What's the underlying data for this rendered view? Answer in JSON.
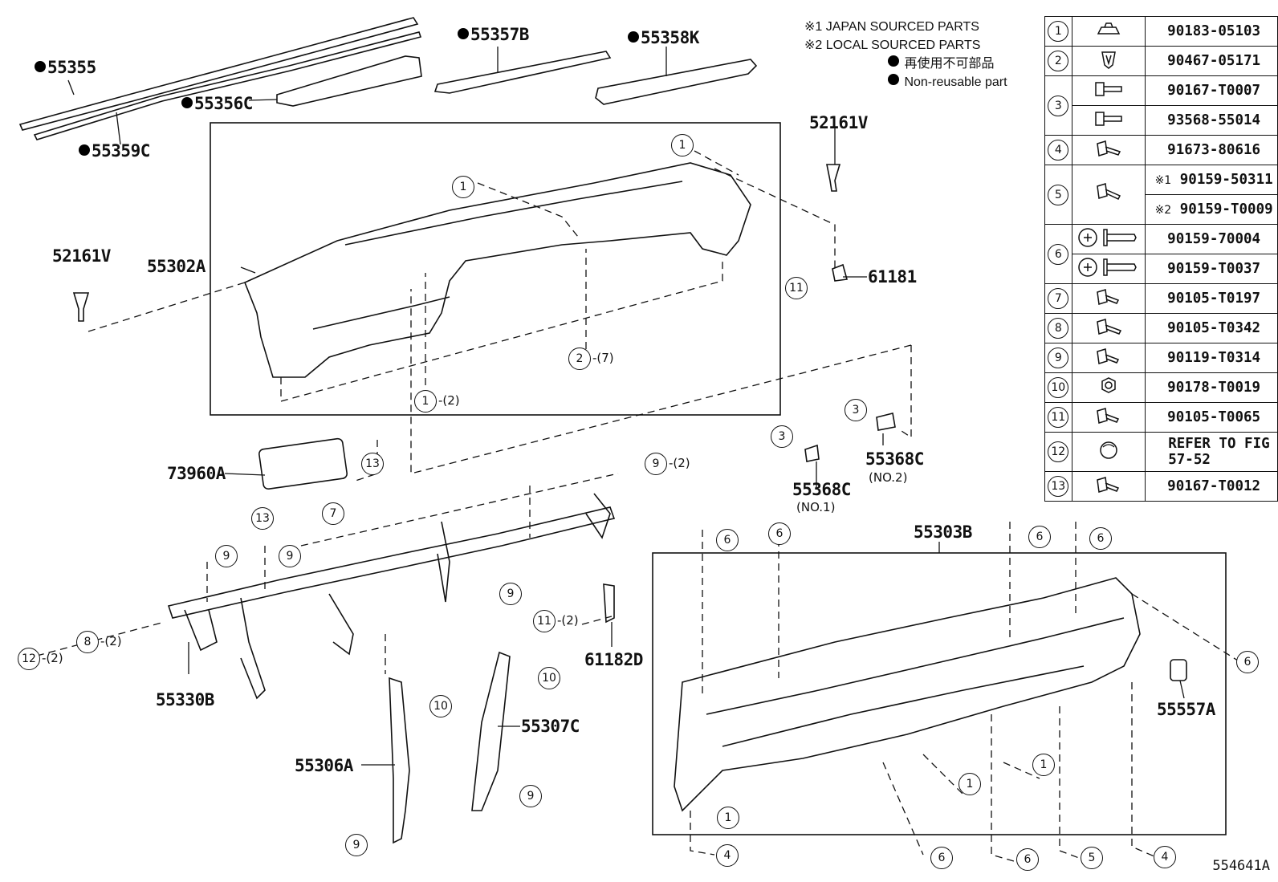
{
  "notes": {
    "japan": "※1 JAPAN SOURCED PARTS",
    "local": "※2 LOCAL SOURCED PARTS",
    "nonreusable_jp": "再使用不可部品",
    "nonreusable_en": "Non-reusable part"
  },
  "parts": {
    "p55355": "55355",
    "p55359c": "55359C",
    "p55356c": "55356C",
    "p55357b": "55357B",
    "p55358k": "55358K",
    "p52161v_right": "52161V",
    "p52161v_left": "52161V",
    "p55302a": "55302A",
    "p61181": "61181",
    "p73960a": "73960A",
    "p55368c_no1": "55368C",
    "p55368c_no1_sub": "(NO.1)",
    "p55368c_no2": "55368C",
    "p55368c_no2_sub": "(NO.2)",
    "p55303b": "55303B",
    "p55557a": "55557A",
    "p61182d": "61182D",
    "p55330b": "55330B",
    "p55306a": "55306A",
    "p55307c": "55307C"
  },
  "fasteners": [
    {
      "no": "1",
      "part": "90183-05103",
      "icon": "clip-icon"
    },
    {
      "no": "2",
      "part": "90467-05171",
      "icon": "clip-icon"
    },
    {
      "no": "3",
      "part": "90167-T0007",
      "icon": "screw-icon"
    },
    {
      "no": "",
      "part": "93568-55014",
      "icon": "screw-icon"
    },
    {
      "no": "4",
      "part": "91673-80616",
      "icon": "bolt-icon"
    },
    {
      "no": "5",
      "prefix": "※1",
      "part": "90159-50311",
      "icon": "bolt-icon"
    },
    {
      "no": "",
      "prefix": "※2",
      "part": "90159-T0009",
      "icon": ""
    },
    {
      "no": "6",
      "part": "90159-70004",
      "icon": "screw-icon"
    },
    {
      "no": "",
      "part": "90159-T0037",
      "icon": "screw-icon"
    },
    {
      "no": "7",
      "part": "90105-T0197",
      "icon": "bolt-icon"
    },
    {
      "no": "8",
      "part": "90105-T0342",
      "icon": "bolt-icon"
    },
    {
      "no": "9",
      "part": "90119-T0314",
      "icon": "bolt-icon"
    },
    {
      "no": "10",
      "part": "90178-T0019",
      "icon": "nut-icon"
    },
    {
      "no": "11",
      "part": "90105-T0065",
      "icon": "bolt-icon"
    },
    {
      "no": "12",
      "part": "REFER TO FIG 57-52",
      "icon": "cap-icon"
    },
    {
      "no": "13",
      "part": "90167-T0012",
      "icon": "bolt-icon"
    }
  ],
  "callouts": {
    "c1": "1",
    "c2": "2",
    "c3": "3",
    "c4": "4",
    "c5": "5",
    "c6": "6",
    "c7": "7",
    "c8": "8",
    "c9": "9",
    "c10": "10",
    "c11": "11",
    "c12": "12",
    "c13": "13"
  },
  "quantities": {
    "q2": "-(2)",
    "q7": "-(7)"
  },
  "figure_id": "554641A"
}
